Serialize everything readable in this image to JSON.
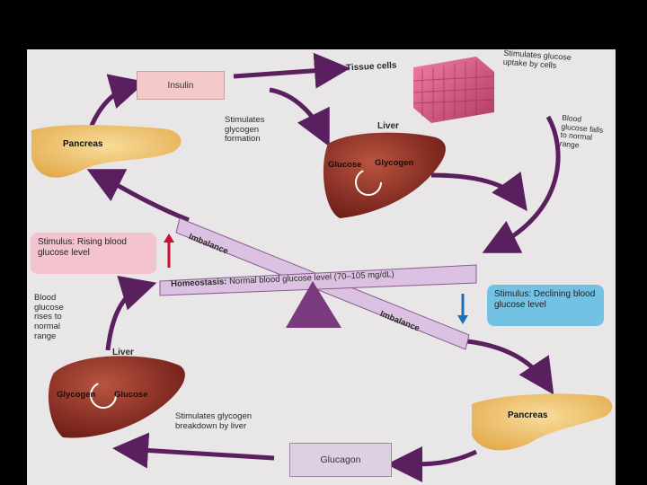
{
  "labels": {
    "insulin": "Insulin",
    "tissue_cells": "Tissue cells",
    "stimulates_uptake": "Stimulates glucose uptake by cells",
    "stimulates_glycogen_formation": "Stimulates glycogen formation",
    "liver_top": "Liver",
    "glucose_top": "Glucose",
    "glycogen_top": "Glycogen",
    "blood_glucose_falls": "Blood glucose falls to normal range",
    "pancreas_top": "Pancreas",
    "stimulus_rising": "Stimulus: Rising blood glucose level",
    "imbalance_top": "Imbalance",
    "homeostasis": "Homeostasis:",
    "homeostasis_detail": "Normal blood glucose level (70–105 mg/dL)",
    "imbalance_bottom": "Imbalance",
    "stimulus_declining": "Stimulus: Declining blood glucose level",
    "blood_glucose_rises": "Blood glucose rises to normal range",
    "liver_bottom": "Liver",
    "glycogen_bottom": "Glycogen",
    "glucose_bottom": "Glucose",
    "stimulates_breakdown": "Stimulates glycogen breakdown by liver",
    "pancreas_bottom": "Pancreas",
    "glucagon": "Glucagon"
  },
  "colors": {
    "arrow": "#5a1f5e",
    "beam": "#dcc2e2",
    "beam_stroke": "#8a5a90",
    "fulcrum": "#7a3a7e",
    "hormone_box": "#f6c9c9",
    "glucagon_box": "#ddd0e3",
    "stimulus_rising_bg": "#f3c4cf",
    "stimulus_declining_bg": "#74c2e3",
    "liver": "#8b2b22",
    "pancreas": "#f2c570",
    "tissue": "#d4527a",
    "up_arrow": "#c8102e",
    "down_arrow": "#1d6fb8"
  }
}
